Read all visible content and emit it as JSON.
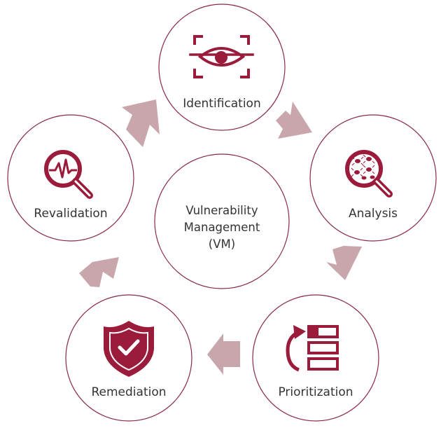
{
  "center": {
    "lines": [
      "Vulnerability",
      "Management",
      "(VM)"
    ]
  },
  "steps": [
    {
      "label": "Identification",
      "icon": "eye-scan-icon"
    },
    {
      "label": "Analysis",
      "icon": "bug-magnifier-icon"
    },
    {
      "label": "Prioritization",
      "icon": "priority-list-icon"
    },
    {
      "label": "Remediation",
      "icon": "shield-check-icon"
    },
    {
      "label": "Revalidation",
      "icon": "pulse-magnifier-icon"
    }
  ],
  "colors": {
    "brand": "#9b1b3b",
    "ring": "#8a2a45",
    "arrow": "#c9a6ab",
    "text": "#333333"
  }
}
